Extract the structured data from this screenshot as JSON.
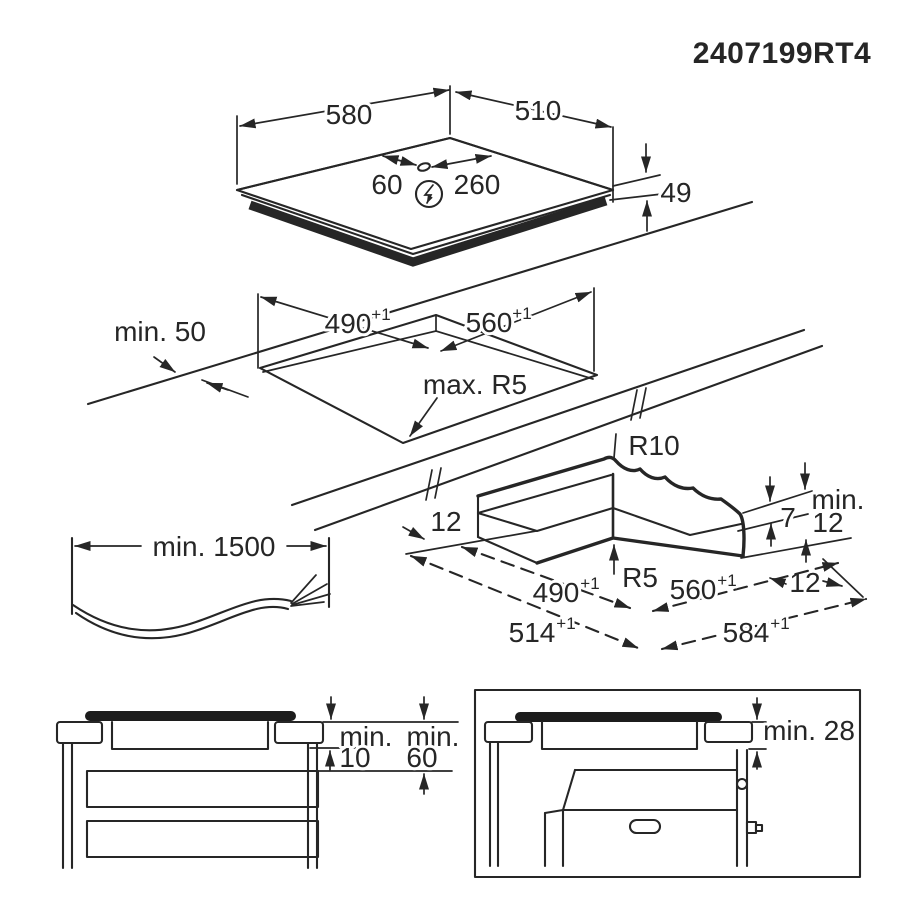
{
  "drawing_number": "2407199RT4",
  "colors": {
    "line": "#262626",
    "background": "#ffffff"
  },
  "hob": {
    "width": "580",
    "depth": "510",
    "connection_offset": "60",
    "connection_span": "260",
    "height": "49",
    "connection_icon": "electrical-connection"
  },
  "cutout": {
    "front_clearance": "min. 50",
    "width": "490",
    "width_tol": "+1",
    "depth": "560",
    "depth_tol": "+1",
    "corner_radius": "max. R5"
  },
  "corner": {
    "top_radius": "R10",
    "bottom_radius": "R5",
    "edge_gap_left": "12",
    "step_depth": "7",
    "min_label": "min.",
    "min_thickness": "12",
    "edge_gap_right": "12",
    "cut_width": "490",
    "cut_width_tol": "+1",
    "cut_depth": "560",
    "cut_depth_tol": "+1",
    "overall_width": "514",
    "overall_width_tol": "+1",
    "overall_depth": "584",
    "overall_depth_tol": "+1"
  },
  "cable": {
    "length": "min. 1500"
  },
  "drawer_clearance": {
    "min_label_1": "min.",
    "value_1": "10",
    "min_label_2": "min.",
    "value_2": "60"
  },
  "oven_clearance": {
    "label": "min. 28"
  }
}
